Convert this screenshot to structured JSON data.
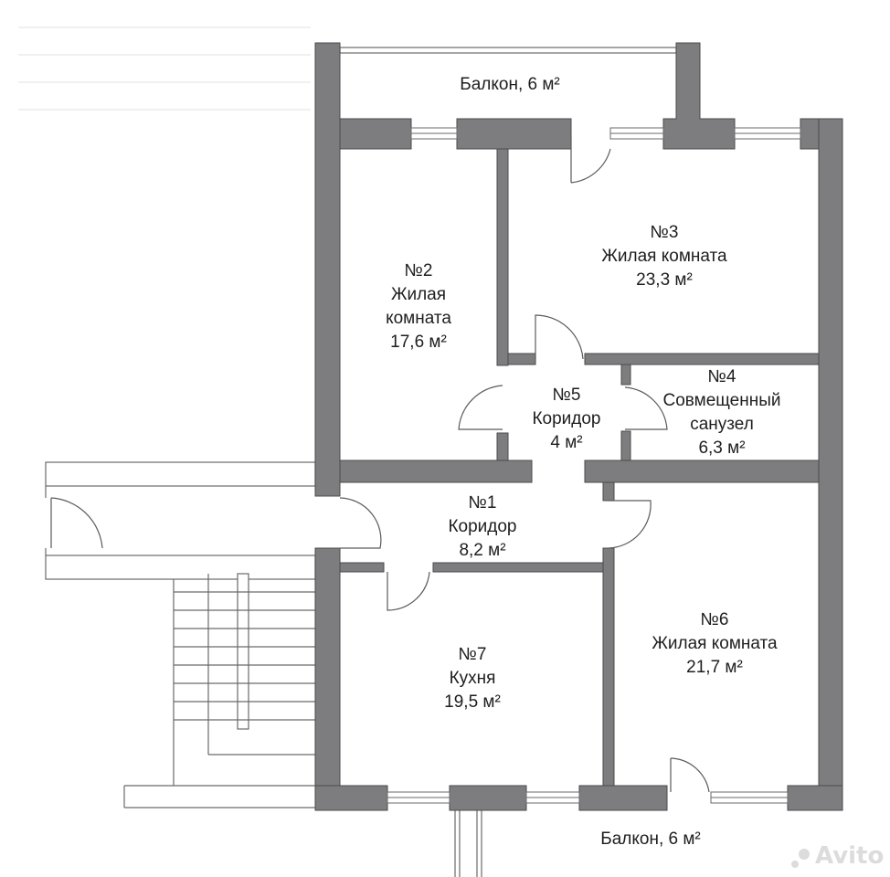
{
  "balcony_top": "Балкон, 6 м²",
  "balcony_bottom": "Балкон, 6 м²",
  "rooms": {
    "r1": {
      "num": "№1",
      "name": "Коридор",
      "area": "8,2 м²"
    },
    "r2": {
      "num": "№2",
      "name1": "Жилая",
      "name2": "комната",
      "area": "17,6 м²"
    },
    "r3": {
      "num": "№3",
      "name": "Жилая комната",
      "area": "23,3 м²"
    },
    "r4": {
      "num": "№4",
      "name1": "Совмещенный",
      "name2": "санузел",
      "area": "6,3 м²"
    },
    "r5": {
      "num": "№5",
      "name": "Коридор",
      "area": "4 м²"
    },
    "r6": {
      "num": "№6",
      "name": "Жилая комната",
      "area": "21,7 м²"
    },
    "r7": {
      "num": "№7",
      "name": "Кухня",
      "area": "19,5 м²"
    }
  },
  "watermark": "Avito"
}
